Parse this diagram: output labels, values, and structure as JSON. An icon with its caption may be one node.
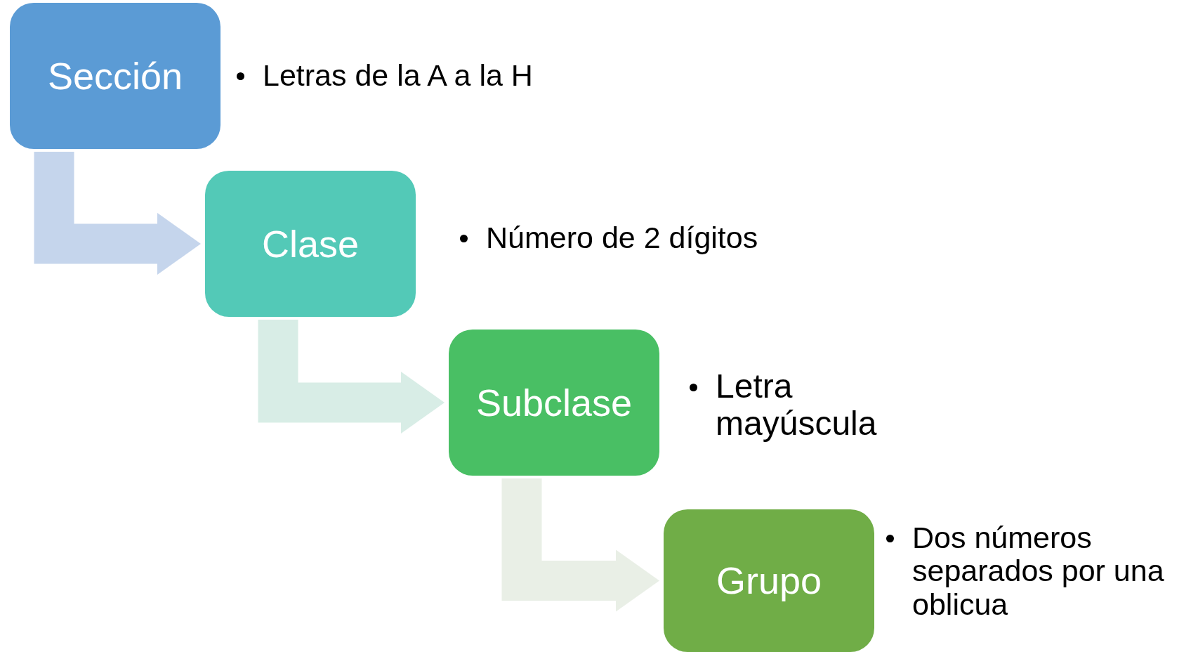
{
  "diagram": {
    "nodes": [
      {
        "text": [
          "Sección"
        ],
        "beside": [
          "Letras de la A a la H"
        ]
      },
      {
        "text": [
          "Clase"
        ],
        "beside": [
          "Número de 2 dígitos"
        ]
      },
      {
        "text": [
          "Subclase"
        ],
        "beside": [
          "Letra mayúscula"
        ]
      },
      {
        "text": [
          "Grupo"
        ],
        "beside": [
          "Dos números separados por una oblicua"
        ]
      }
    ],
    "edges": [
      {
        "from": 0,
        "to": 1,
        "arrow": "to",
        "color": "#c5d5ec"
      },
      {
        "from": 1,
        "to": 2,
        "arrow": "to",
        "color": "#d8ede6"
      },
      {
        "from": 2,
        "to": 3,
        "arrow": "to",
        "color": "#e9efe6"
      }
    ]
  }
}
